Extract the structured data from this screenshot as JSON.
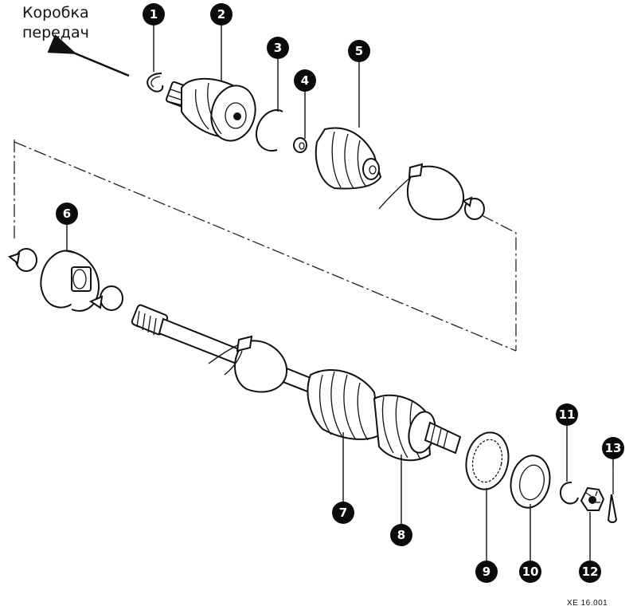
{
  "caption": {
    "line1": "Коробка",
    "line2": "передач"
  },
  "figure_code": "XE 16.001",
  "callouts": [
    {
      "id": 1,
      "label": "1"
    },
    {
      "id": 2,
      "label": "2"
    },
    {
      "id": 3,
      "label": "3"
    },
    {
      "id": 4,
      "label": "4"
    },
    {
      "id": 5,
      "label": "5"
    },
    {
      "id": 6,
      "label": "6"
    },
    {
      "id": 7,
      "label": "7"
    },
    {
      "id": 8,
      "label": "8"
    },
    {
      "id": 9,
      "label": "9"
    },
    {
      "id": 10,
      "label": "10"
    },
    {
      "id": 11,
      "label": "11"
    },
    {
      "id": 12,
      "label": "12"
    },
    {
      "id": 13,
      "label": "13"
    }
  ],
  "colors": {
    "ink": "#111111",
    "background": "#ffffff"
  }
}
